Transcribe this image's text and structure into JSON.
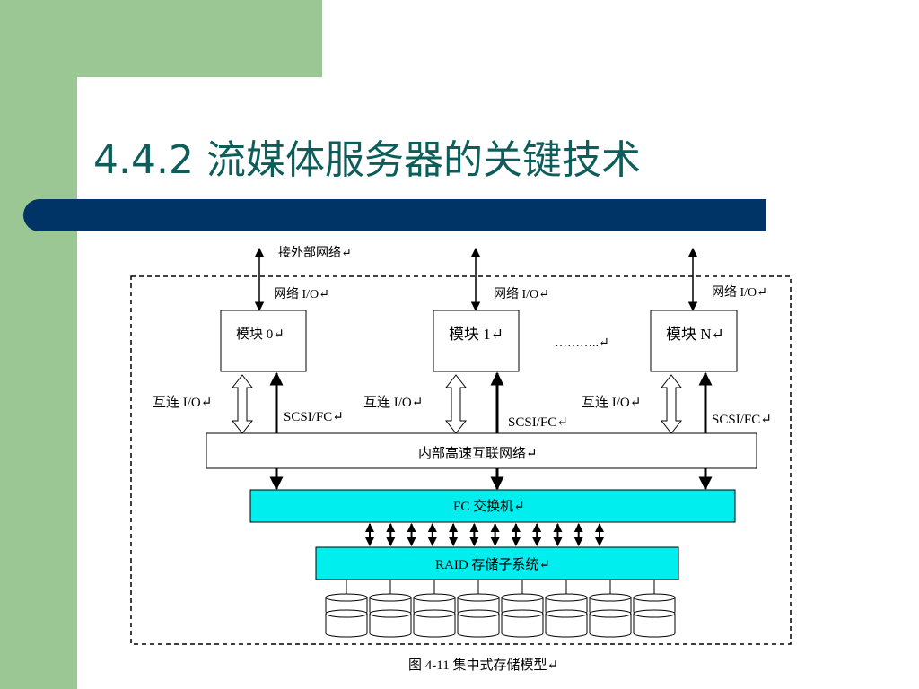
{
  "slide": {
    "title": "4.4.2 流媒体服务器的关键技术"
  },
  "diagram": {
    "external_label": "接外部网络↵",
    "net_io_labels": [
      "网络 I/O↵",
      "网络 I/O↵",
      "网络 I/O↵"
    ],
    "module_labels": [
      "模块 0↵",
      "模块 1↵",
      "模块 N↵"
    ],
    "dots_label": "………..↵",
    "interconnect_labels": [
      "互连 I/O↵",
      "互连 I/O↵",
      "互连 I/O↵"
    ],
    "scsi_labels": [
      "SCSI/FC↵",
      "SCSI/FC↵",
      "SCSI/FC↵"
    ],
    "internal_network_label": "内部高速互联网络↵",
    "fc_switch_label": "FC 交换机↵",
    "raid_label": "RAID 存储子系统↵",
    "caption": "图 4-11 集中式存储模型↵",
    "disk_count": 8,
    "fc_raid_link_count": 12,
    "colors": {
      "switch_fill": "#00eeee",
      "title": "#0d5e5a",
      "band": "#9ac793",
      "bar": "#003366"
    }
  }
}
